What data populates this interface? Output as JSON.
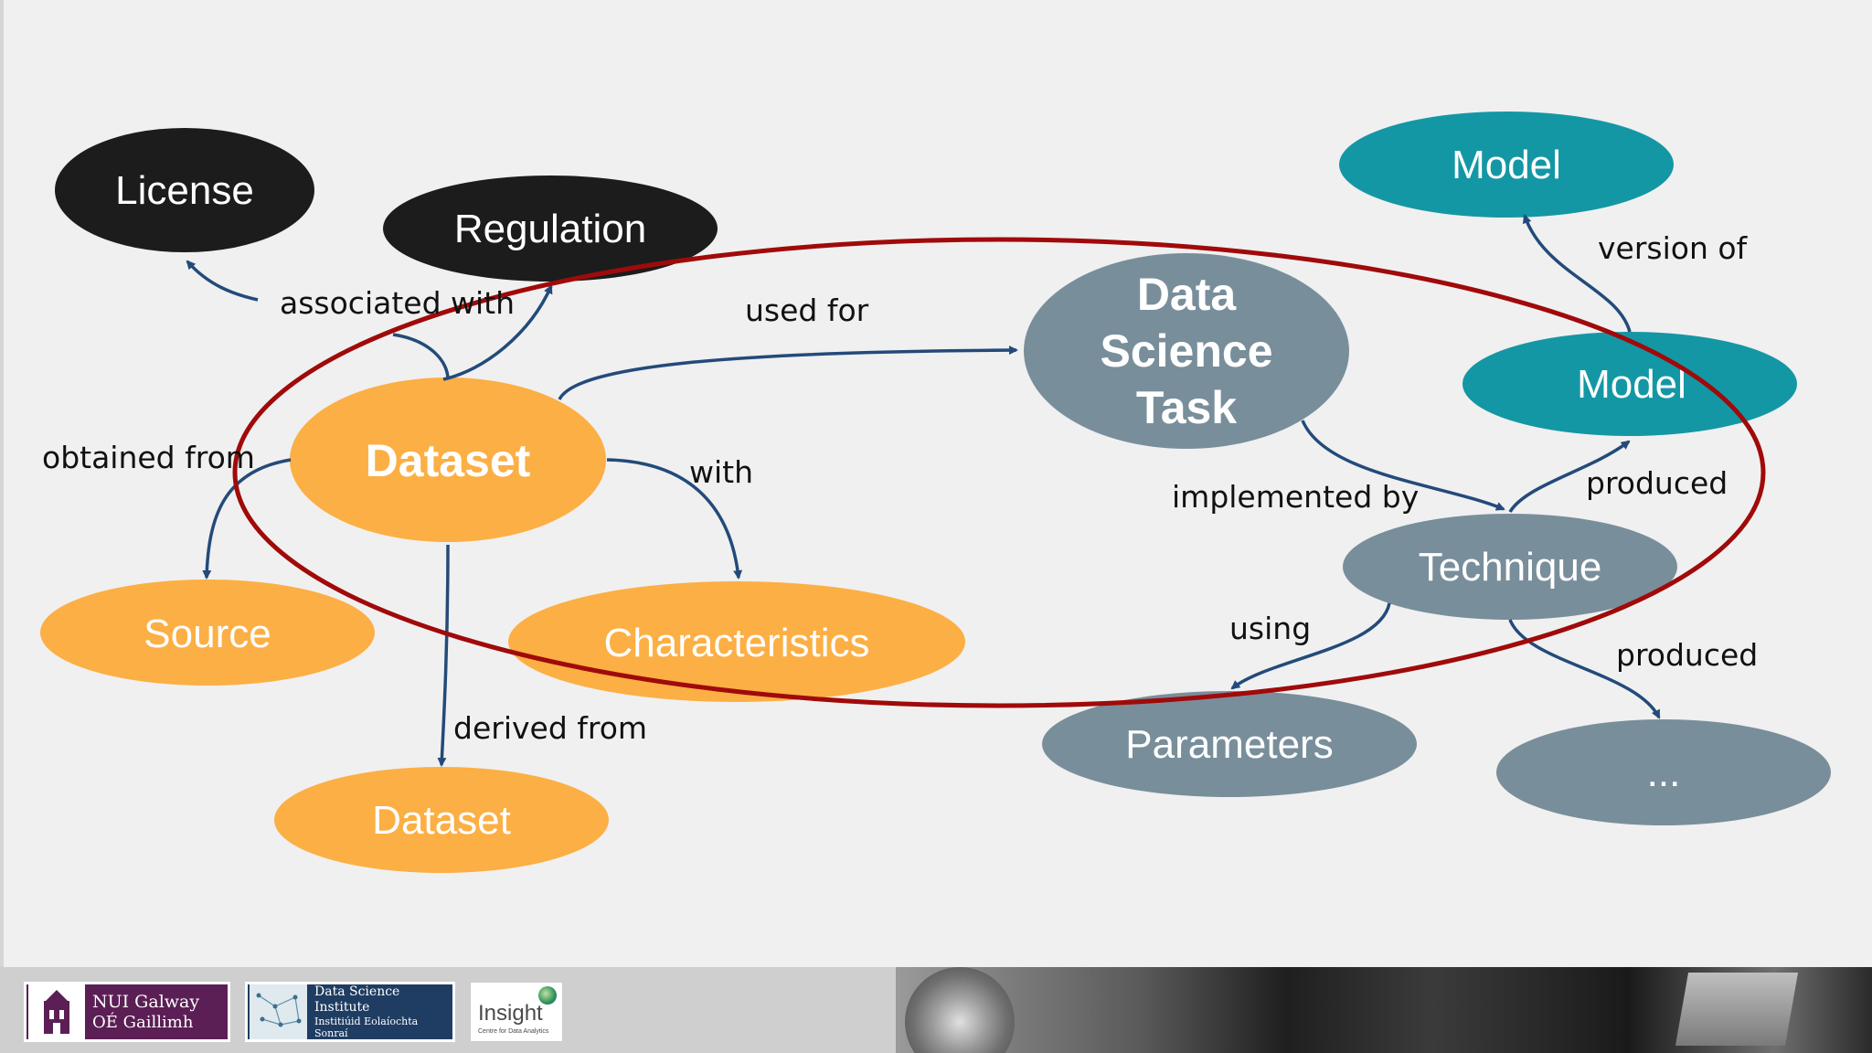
{
  "colors": {
    "background": "#f0f0f0",
    "black_node": "#1c1c1c",
    "orange_node": "#fcaf44",
    "teal_node": "#1497a5",
    "gray_node": "#798e9b",
    "arrow": "#234a7a",
    "circle": "#a00a0a"
  },
  "nodes": {
    "license": "License",
    "regulation": "Regulation",
    "dataset_main": "Dataset",
    "source": "Source",
    "characteristics": "Characteristics",
    "dataset_derived": "Dataset",
    "task_line1": "Data",
    "task_line2": "Science",
    "task_line3": "Task",
    "model_top": "Model",
    "model_mid": "Model",
    "technique": "Technique",
    "parameters": "Parameters",
    "ellipsis": "..."
  },
  "edges": {
    "associated_with": "associated with",
    "obtained_from": "obtained from",
    "used_for": "used for",
    "with": "with",
    "derived_from": "derived from",
    "version_of": "version of",
    "implemented_by": "implemented by",
    "produced_model": "produced",
    "using": "using",
    "produced_other": "produced"
  },
  "footer": {
    "nui_line1": "NUI Galway",
    "nui_line2": "OÉ Gaillimh",
    "dsi_line1": "Data Science Institute",
    "dsi_line2": "Institiúid Eolaíochta Sonraí",
    "insight_word": "Insight",
    "insight_sub": "Centre for Data Analytics"
  }
}
